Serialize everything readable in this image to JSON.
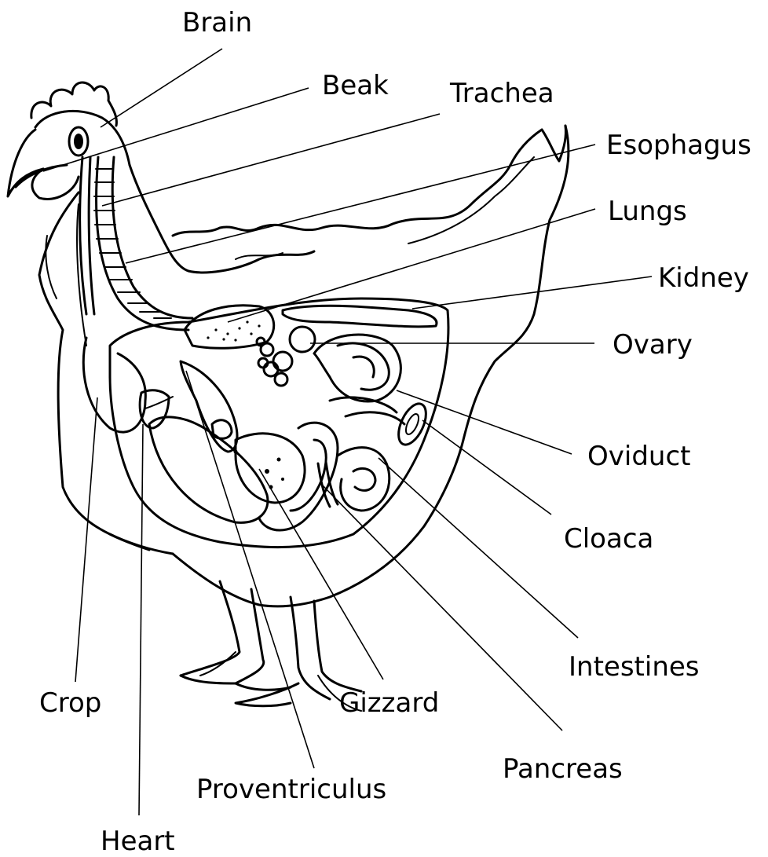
{
  "labels": {
    "brain": "Brain",
    "beak": "Beak",
    "trachea": "Trachea",
    "esophagus": "Esophagus",
    "lungs": "Lungs",
    "kidney": "Kidney",
    "ovary": "Ovary",
    "oviduct": "Oviduct",
    "cloaca": "Cloaca",
    "intestines": "Intestines",
    "pancreas": "Pancreas",
    "gizzard": "Gizzard",
    "proventriculus": "Proventriculus",
    "crop": "Crop",
    "heart": "Heart"
  },
  "colors": {
    "ink": "#000000",
    "background": "#ffffff"
  }
}
